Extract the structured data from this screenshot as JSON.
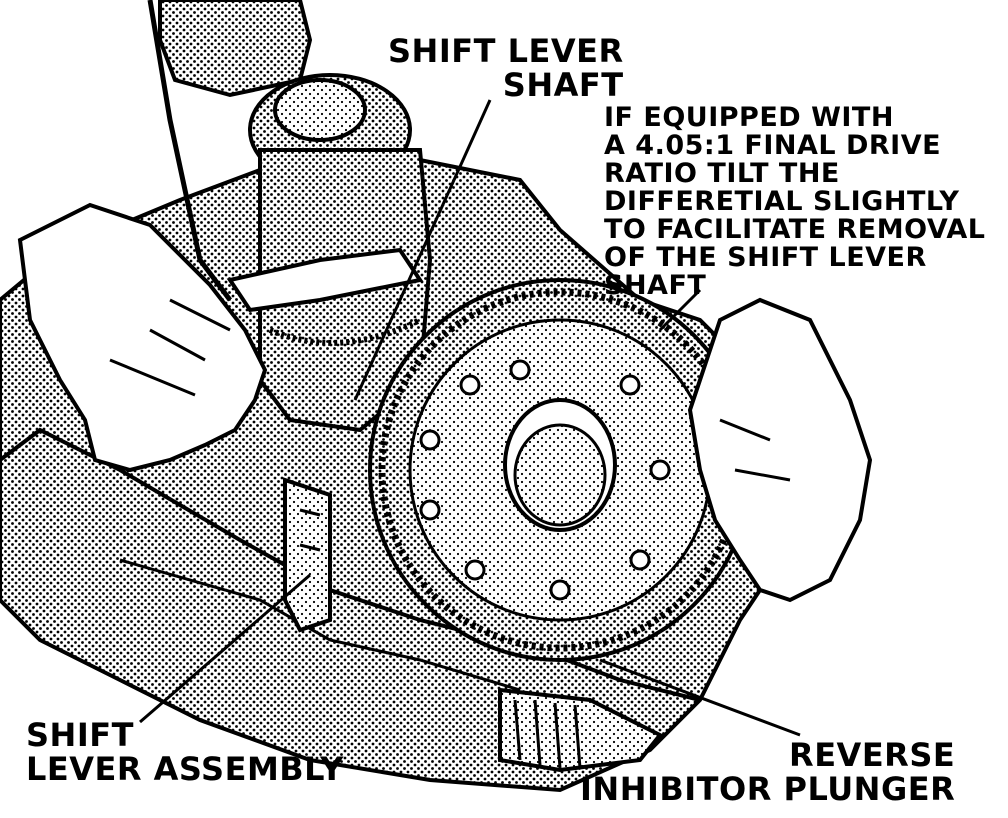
{
  "figure": {
    "labels": {
      "shift_lever_shaft_top": "SHIFT LEVER\nSHAFT",
      "note": "IF EQUIPPED WITH\nA 4.05:1 FINAL DRIVE\nRATIO TILT THE\nDIFFERETIAL SLIGHTLY\nTO FACILITATE REMOVAL\nOF THE SHIFT LEVER\nSHAFT",
      "shift_lever_assembly": "SHIFT\nLEVER ASSEMBLY",
      "reverse_inhibitor_plunger": "REVERSE\nINHIBITOR PLUNGER"
    },
    "colors": {
      "ink": "#000000",
      "paper": "#ffffff"
    }
  }
}
